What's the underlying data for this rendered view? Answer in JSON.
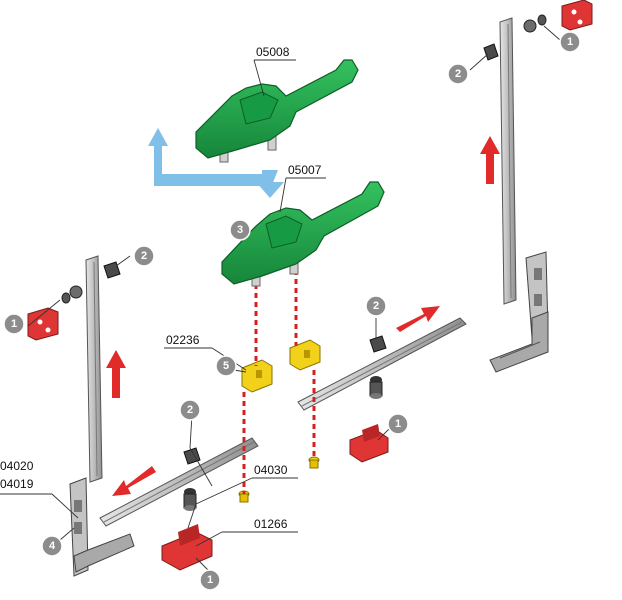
{
  "parts": {
    "p05008": "05008",
    "p05007": "05007",
    "p02236": "02236",
    "p04020": "04020",
    "p04019": "04019",
    "p04030": "04030",
    "p01266": "01266"
  },
  "callouts": [
    "1",
    "2",
    "3",
    "4",
    "5"
  ],
  "colors": {
    "handle": "#1fa64a",
    "red_part": "#e03535",
    "yellow_part": "#f2d11a",
    "arrow_red": "#e12a2a",
    "arrow_blue": "#7fbfe8",
    "rail": "#c9c9c9",
    "callout": "#8c8c8c"
  }
}
